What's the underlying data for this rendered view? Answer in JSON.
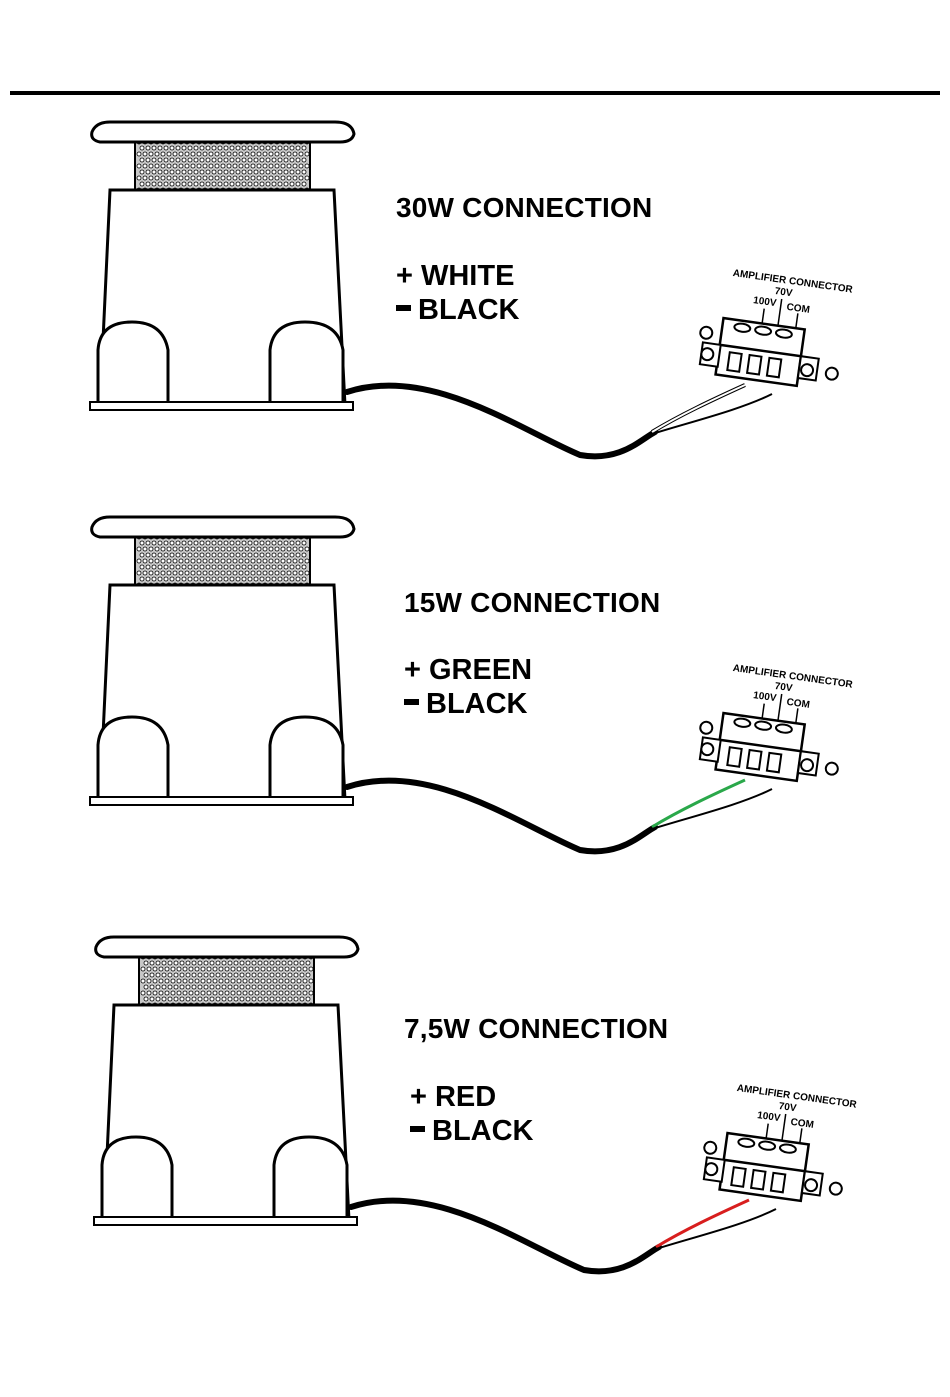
{
  "panels": [
    {
      "title": "30W CONNECTION",
      "positive": "+ WHITE",
      "negative": "BLACK",
      "wire_color": "#ffffff",
      "amp": {
        "header": "AMPLIFIER CONNECTOR",
        "t1": "100V",
        "t2": "70V",
        "t3": "COM"
      }
    },
    {
      "title": "15W CONNECTION",
      "positive": "+ GREEN",
      "negative": "BLACK",
      "wire_color": "#2aa84a",
      "amp": {
        "header": "AMPLIFIER CONNECTOR",
        "t1": "100V",
        "t2": "70V",
        "t3": "COM"
      }
    },
    {
      "title": "7,5W CONNECTION",
      "positive": "+ RED",
      "negative": "BLACK",
      "wire_color": "#d81e1e",
      "amp": {
        "header": "AMPLIFIER CONNECTOR",
        "t1": "100V",
        "t2": "70V",
        "t3": "COM"
      }
    }
  ]
}
